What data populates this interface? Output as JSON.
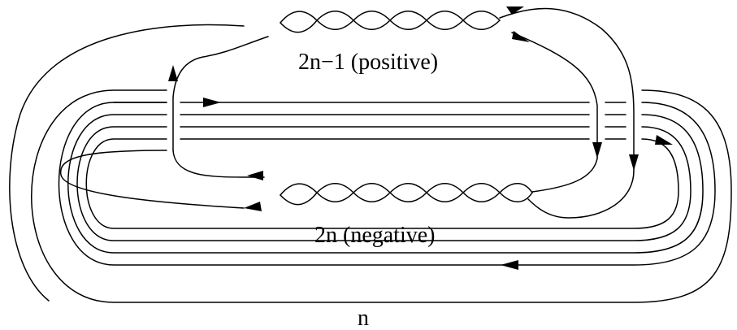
{
  "labels": {
    "top_twist": "2n−1  (positive)",
    "bottom_twist": "2n  (negative)",
    "bundle_count": "n"
  }
}
